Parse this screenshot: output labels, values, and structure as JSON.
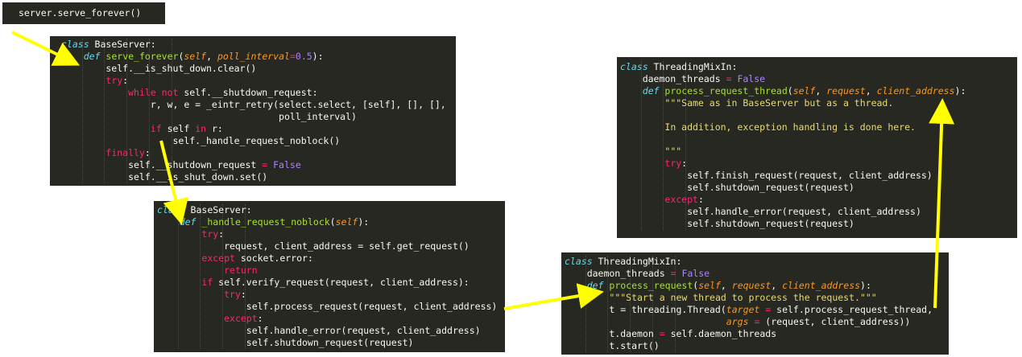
{
  "colors": {
    "background": "#272822",
    "text": "#f8f8f2",
    "keyword": "#f92672",
    "storage": "#66d9ef",
    "function": "#a6e22e",
    "param": "#fd971f",
    "number": "#ae81ff",
    "string": "#e6db74",
    "arrow": "#ffff00"
  },
  "snippets": [
    {
      "id": "call",
      "lines": [
        [
          [
            "pl",
            "server.serve_forever()"
          ]
        ]
      ]
    },
    {
      "id": "baseserver-serve-forever",
      "lines": [
        [
          [
            "sc",
            "class"
          ],
          [
            "pl",
            " BaseServer:"
          ]
        ],
        [
          [
            "pl",
            "    "
          ],
          [
            "sc",
            "def"
          ],
          [
            "pl",
            " "
          ],
          [
            "fn",
            "serve_forever"
          ],
          [
            "pl",
            "("
          ],
          [
            "pa",
            "self"
          ],
          [
            "pl",
            ", "
          ],
          [
            "pa",
            "poll_interval"
          ],
          [
            "kw",
            "="
          ],
          [
            "nu",
            "0.5"
          ],
          [
            "pl",
            "):"
          ]
        ],
        [
          [
            "pl",
            "        self.__is_shut_down.clear()"
          ]
        ],
        [
          [
            "pl",
            "        "
          ],
          [
            "kw",
            "try"
          ],
          [
            "pl",
            ":"
          ]
        ],
        [
          [
            "pl",
            "            "
          ],
          [
            "kw",
            "while not"
          ],
          [
            "pl",
            " self.__shutdown_request:"
          ]
        ],
        [
          [
            "pl",
            "                r, w, e = _eintr_retry(select.select, [self], [], [],"
          ]
        ],
        [
          [
            "pl",
            "                                       poll_interval)"
          ]
        ],
        [
          [
            "pl",
            "                "
          ],
          [
            "kw",
            "if"
          ],
          [
            "pl",
            " self "
          ],
          [
            "kw",
            "in"
          ],
          [
            "pl",
            " r:"
          ]
        ],
        [
          [
            "pl",
            "                    self._handle_request_noblock()"
          ]
        ],
        [
          [
            "pl",
            "        "
          ],
          [
            "kw",
            "finally"
          ],
          [
            "pl",
            ":"
          ]
        ],
        [
          [
            "pl",
            "            self.__shutdown_request "
          ],
          [
            "kw",
            "="
          ],
          [
            "pl",
            " "
          ],
          [
            "nu",
            "False"
          ]
        ],
        [
          [
            "pl",
            "            self.__is_shut_down.set()"
          ]
        ]
      ]
    },
    {
      "id": "baseserver-handle-request-noblock",
      "lines": [
        [
          [
            "sc",
            "class"
          ],
          [
            "pl",
            " BaseServer:"
          ]
        ],
        [
          [
            "pl",
            "    "
          ],
          [
            "sc",
            "def"
          ],
          [
            "pl",
            " "
          ],
          [
            "fn",
            "_handle_request_noblock"
          ],
          [
            "pl",
            "("
          ],
          [
            "pa",
            "self"
          ],
          [
            "pl",
            "):"
          ]
        ],
        [
          [
            "pl",
            "        "
          ],
          [
            "kw",
            "try"
          ],
          [
            "pl",
            ":"
          ]
        ],
        [
          [
            "pl",
            "            request, client_address = self.get_request()"
          ]
        ],
        [
          [
            "pl",
            "        "
          ],
          [
            "kw",
            "except"
          ],
          [
            "pl",
            " socket.error:"
          ]
        ],
        [
          [
            "pl",
            "            "
          ],
          [
            "kw",
            "return"
          ]
        ],
        [
          [
            "pl",
            "        "
          ],
          [
            "kw",
            "if"
          ],
          [
            "pl",
            " self.verify_request(request, client_address):"
          ]
        ],
        [
          [
            "pl",
            "            "
          ],
          [
            "kw",
            "try"
          ],
          [
            "pl",
            ":"
          ]
        ],
        [
          [
            "pl",
            "                self.process_request(request, client_address)"
          ]
        ],
        [
          [
            "pl",
            "            "
          ],
          [
            "kw",
            "except"
          ],
          [
            "pl",
            ":"
          ]
        ],
        [
          [
            "pl",
            "                self.handle_error(request, client_address)"
          ]
        ],
        [
          [
            "pl",
            "                self.shutdown_request(request)"
          ]
        ]
      ]
    },
    {
      "id": "threadingmixin-process-request-thread",
      "lines": [
        [
          [
            "sc",
            "class"
          ],
          [
            "pl",
            " ThreadingMixIn:"
          ]
        ],
        [
          [
            "pl",
            "    daemon_threads "
          ],
          [
            "kw",
            "="
          ],
          [
            "pl",
            " "
          ],
          [
            "nu",
            "False"
          ]
        ],
        [
          [
            "pl",
            "    "
          ],
          [
            "sc",
            "def"
          ],
          [
            "pl",
            " "
          ],
          [
            "fn",
            "process_request_thread"
          ],
          [
            "pl",
            "("
          ],
          [
            "pa",
            "self"
          ],
          [
            "pl",
            ", "
          ],
          [
            "pa",
            "request"
          ],
          [
            "pl",
            ", "
          ],
          [
            "pa",
            "client_address"
          ],
          [
            "pl",
            "):"
          ]
        ],
        [
          [
            "pl",
            "        "
          ],
          [
            "st",
            "\"\"\"Same as in BaseServer but as a thread."
          ]
        ],
        [
          [
            "pl",
            ""
          ]
        ],
        [
          [
            "pl",
            "        "
          ],
          [
            "st",
            "In addition, exception handling is done here."
          ]
        ],
        [
          [
            "pl",
            ""
          ]
        ],
        [
          [
            "pl",
            "        "
          ],
          [
            "st",
            "\"\"\""
          ]
        ],
        [
          [
            "pl",
            "        "
          ],
          [
            "kw",
            "try"
          ],
          [
            "pl",
            ":"
          ]
        ],
        [
          [
            "pl",
            "            self.finish_request(request, client_address)"
          ]
        ],
        [
          [
            "pl",
            "            self.shutdown_request(request)"
          ]
        ],
        [
          [
            "pl",
            "        "
          ],
          [
            "kw",
            "except"
          ],
          [
            "pl",
            ":"
          ]
        ],
        [
          [
            "pl",
            "            self.handle_error(request, client_address)"
          ]
        ],
        [
          [
            "pl",
            "            self.shutdown_request(request)"
          ]
        ]
      ]
    },
    {
      "id": "threadingmixin-process-request",
      "lines": [
        [
          [
            "sc",
            "class"
          ],
          [
            "pl",
            " ThreadingMixIn:"
          ]
        ],
        [
          [
            "pl",
            "    daemon_threads "
          ],
          [
            "kw",
            "="
          ],
          [
            "pl",
            " "
          ],
          [
            "nu",
            "False"
          ]
        ],
        [
          [
            "pl",
            "    "
          ],
          [
            "sc",
            "def"
          ],
          [
            "pl",
            " "
          ],
          [
            "fn",
            "process_request"
          ],
          [
            "pl",
            "("
          ],
          [
            "pa",
            "self"
          ],
          [
            "pl",
            ", "
          ],
          [
            "pa",
            "request"
          ],
          [
            "pl",
            ", "
          ],
          [
            "pa",
            "client_address"
          ],
          [
            "pl",
            "):"
          ]
        ],
        [
          [
            "pl",
            "        "
          ],
          [
            "st",
            "\"\"\"Start a new thread to process the request.\"\"\""
          ]
        ],
        [
          [
            "pl",
            "        t = threading.Thread("
          ],
          [
            "pa",
            "target"
          ],
          [
            "pl",
            " "
          ],
          [
            "kw",
            "="
          ],
          [
            "pl",
            " self.process_request_thread,"
          ]
        ],
        [
          [
            "pl",
            "                             "
          ],
          [
            "pa",
            "args"
          ],
          [
            "pl",
            " "
          ],
          [
            "kw",
            "="
          ],
          [
            "pl",
            " (request, client_address))"
          ]
        ],
        [
          [
            "pl",
            "        t.daemon "
          ],
          [
            "kw",
            "="
          ],
          [
            "pl",
            " self.daemon_threads"
          ]
        ],
        [
          [
            "pl",
            "        t.start()"
          ]
        ]
      ]
    }
  ]
}
